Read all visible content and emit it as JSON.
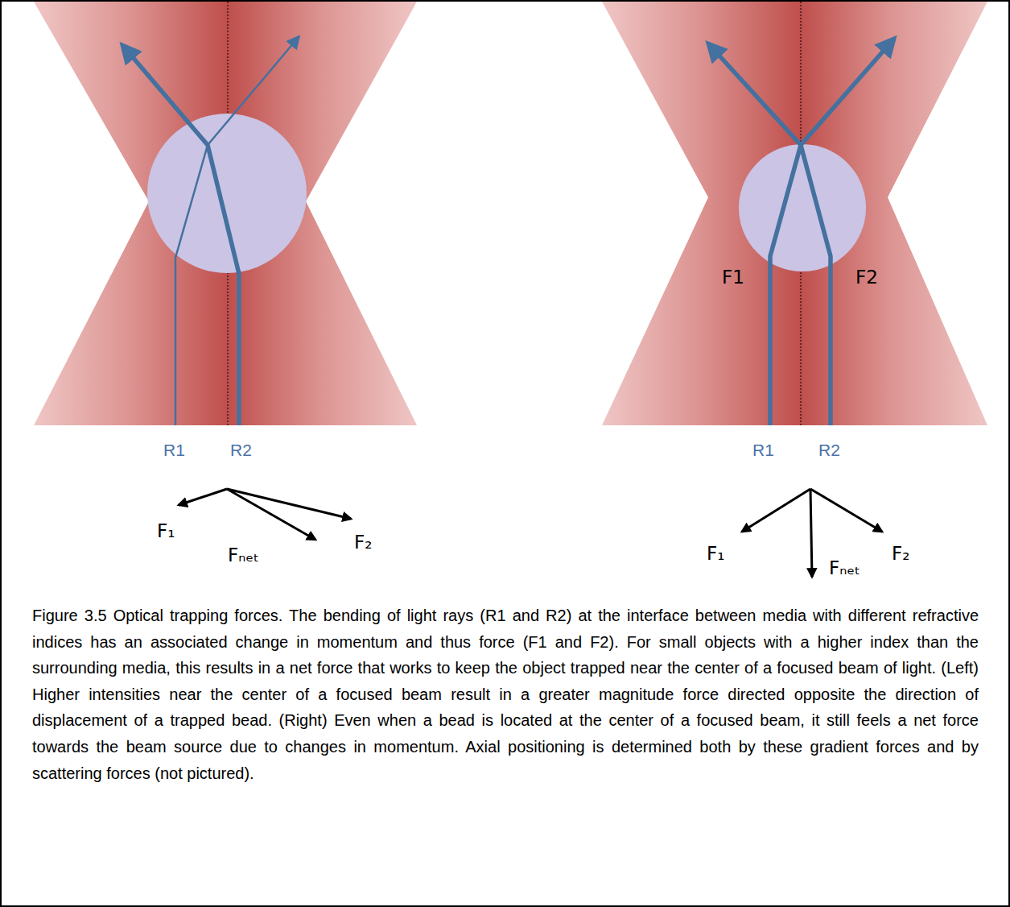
{
  "diagram": {
    "caption": "Figure 3.5 Optical trapping forces. The bending of light rays (R1 and R2) at the interface between media with different refractive indices has an associated change in momentum and thus force (F1 and F2). For small objects with a higher index than the surrounding media, this results in a net force that works to keep the object trapped near the center of a focused beam of light. (Left) Higher intensities near the center of a focused beam result in a greater magnitude force directed opposite the direction of displacement of a trapped bead. (Right) Even when a bead is located at the center of a focused beam, it still feels a net force towards the beam source due to changes in momentum. Axial positioning is determined both by these gradient forces and by scattering forces (not pictured).",
    "labels": [
      "R1",
      "R2",
      "F1",
      "F2",
      "R1",
      "R2",
      "F₁",
      "Fₙₑₜ",
      "F₂",
      "F₁",
      "Fₙₑₜ",
      "F₂"
    ]
  }
}
